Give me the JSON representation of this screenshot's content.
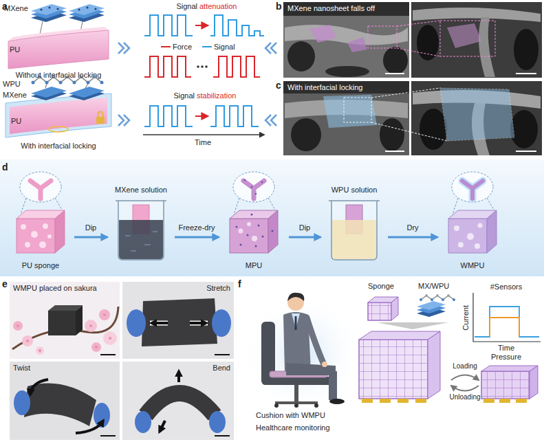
{
  "diagram": {
    "nodes": [
      {
        "text": [
          "PU sponge"
        ]
      },
      {
        "text": [
          "MXene solution"
        ]
      },
      {
        "text": [
          "MPU"
        ]
      },
      {
        "text": [
          "WPU solution"
        ]
      },
      {
        "text": [
          "WMPU"
        ]
      }
    ],
    "edges": [
      {
        "from": 0,
        "to": 1,
        "label": "Dip",
        "arrow": "to"
      },
      {
        "from": 1,
        "to": 2,
        "label": "Freeze-dry",
        "arrow": "to"
      },
      {
        "from": 2,
        "to": 3,
        "label": "Dip",
        "arrow": "to"
      },
      {
        "from": 3,
        "to": 4,
        "label": "Dry",
        "arrow": "to"
      }
    ],
    "labels": [
      "a",
      "MXene",
      "PU",
      "Without interfacial locking",
      "WPU",
      "MXene",
      "PU",
      "With interfacial locking",
      "Signal",
      "attenuation",
      "Time",
      "Signal",
      "stabilization",
      "b",
      "MXene nanosheet falls off",
      "c",
      "With interfacial locking",
      "d",
      "e",
      "WMPU placed on sakura",
      "Stretch",
      "Twist",
      "Bend",
      "f",
      "Cushion with WMPU",
      "Healthcare monitoring",
      "Sponge",
      "MX/WPU",
      "#Sensors",
      "Current",
      "Time",
      "Pressure",
      "Loading",
      "Unloading"
    ],
    "legend": [
      {
        "text": "Force"
      },
      {
        "text": "Signal"
      }
    ]
  }
}
